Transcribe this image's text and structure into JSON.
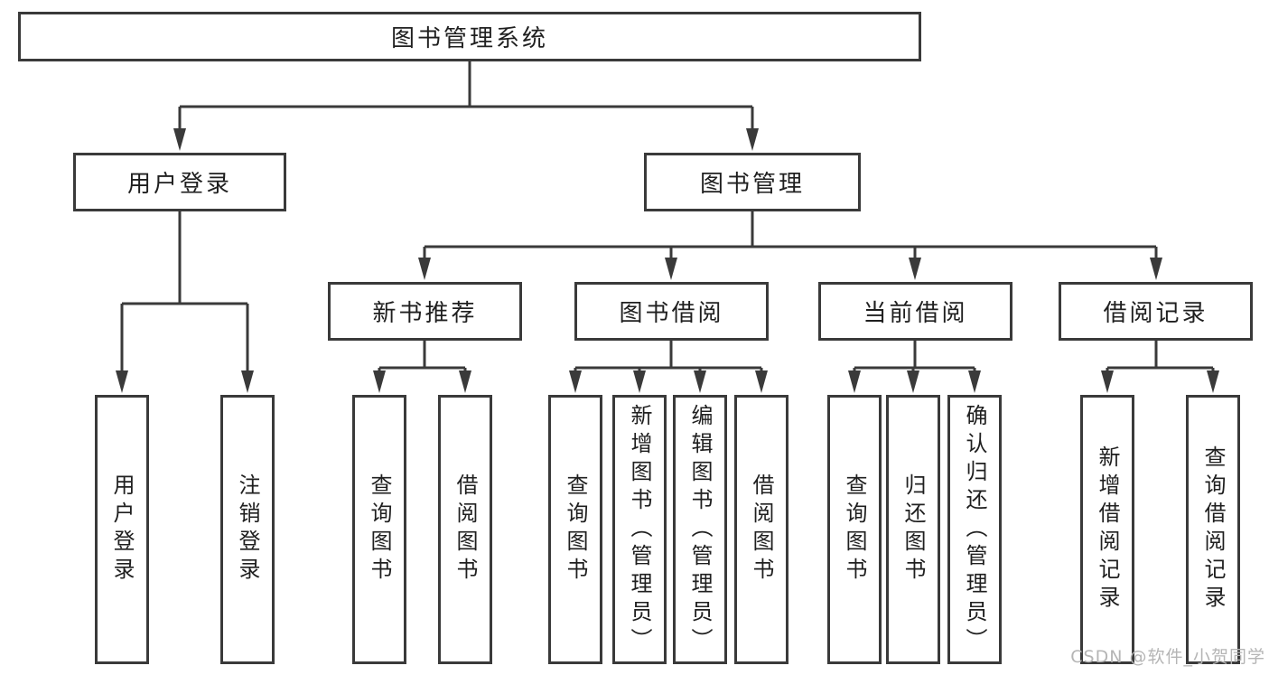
{
  "diagram": {
    "root": {
      "label": "图书管理系统"
    },
    "level2": [
      {
        "label": "用户登录",
        "children": [
          {
            "label": "用户登录"
          },
          {
            "label": "注销登录"
          }
        ]
      },
      {
        "label": "图书管理"
      }
    ],
    "level3": [
      {
        "label": "新书推荐",
        "children": [
          {
            "label": "查询图书"
          },
          {
            "label": "借阅图书"
          }
        ]
      },
      {
        "label": "图书借阅",
        "children": [
          {
            "label": "查询图书"
          },
          {
            "label": "新增图书（管理员）"
          },
          {
            "label": "编辑图书（管理员）"
          },
          {
            "label": "借阅图书"
          }
        ]
      },
      {
        "label": "当前借阅",
        "children": [
          {
            "label": "查询图书"
          },
          {
            "label": "归还图书"
          },
          {
            "label": "确认归还（管理员）"
          }
        ]
      },
      {
        "label": "借阅记录",
        "children": [
          {
            "label": "新增借阅记录"
          },
          {
            "label": "查询借阅记录"
          }
        ]
      }
    ]
  },
  "watermark": {
    "text": "CSDN @软件_小贺同学"
  },
  "colors": {
    "line": "#3a3a3a",
    "box_border": "#3a3a3a",
    "text": "#1f1f1f",
    "watermark": "#b5b5b5",
    "background": "#ffffff"
  }
}
